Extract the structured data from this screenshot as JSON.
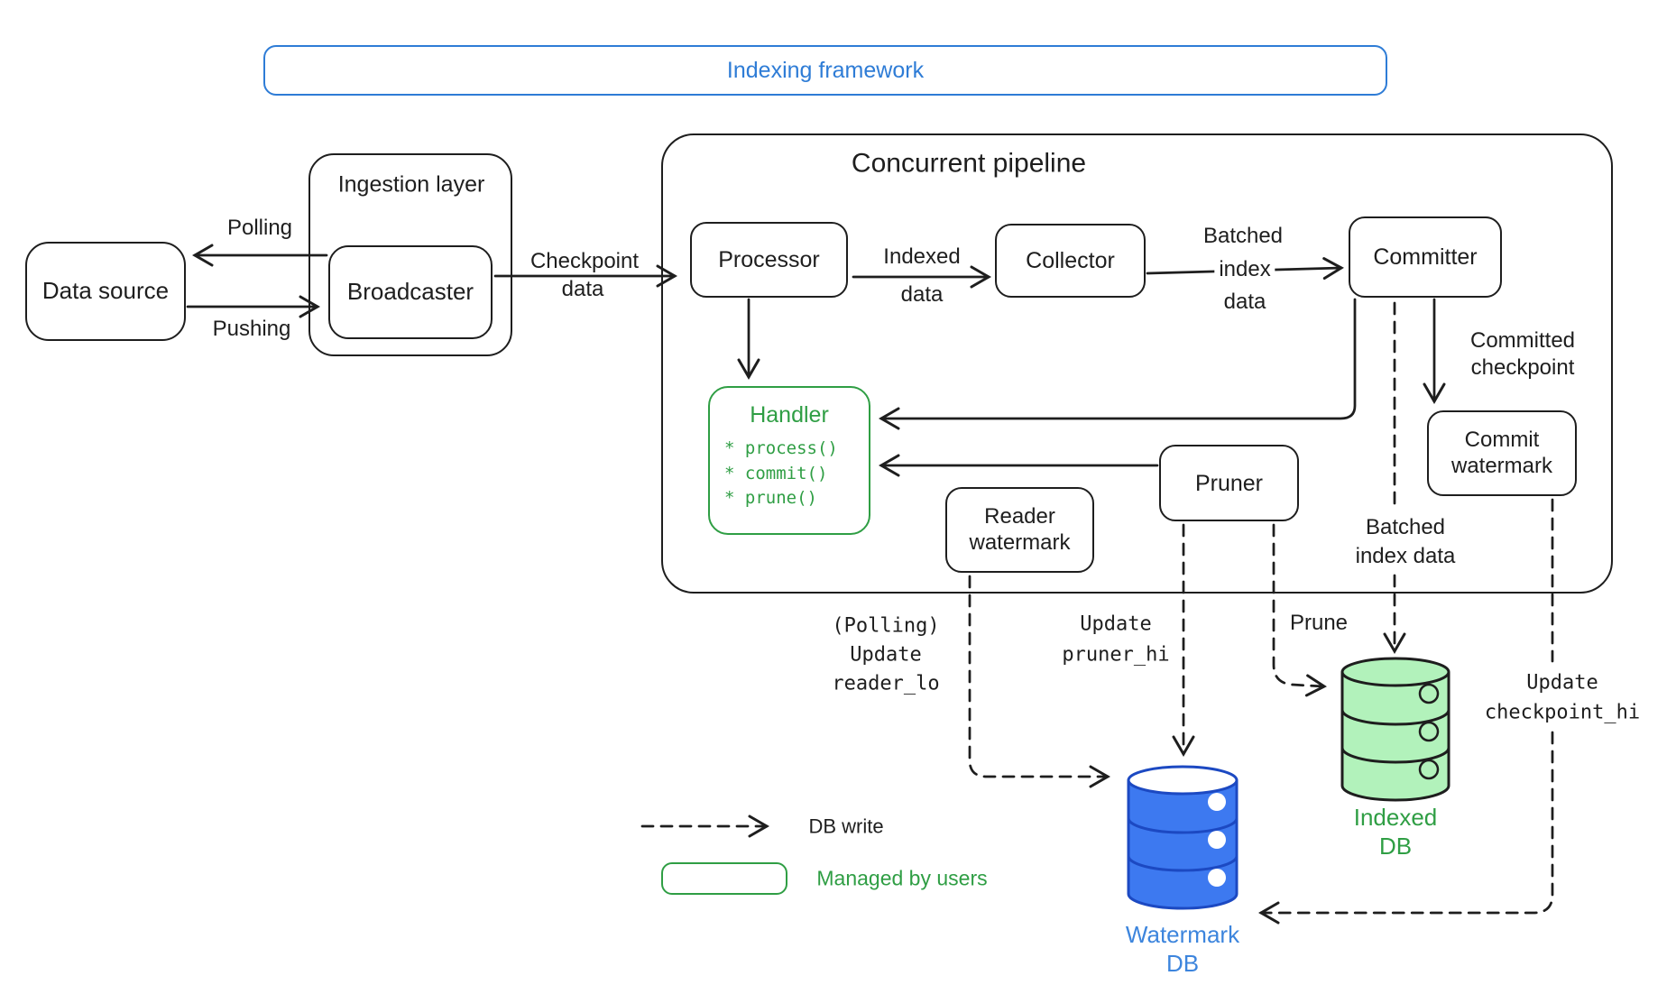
{
  "header": {
    "title": "Indexing framework"
  },
  "nodes": {
    "data_source": {
      "label": "Data source"
    },
    "ingestion_layer": {
      "label": "Ingestion layer"
    },
    "broadcaster": {
      "label": "Broadcaster"
    },
    "pipeline": {
      "label": "Concurrent pipeline"
    },
    "processor": {
      "label": "Processor"
    },
    "collector": {
      "label": "Collector"
    },
    "committer": {
      "label": "Committer"
    },
    "handler": {
      "label": "Handler",
      "methods": "* process()\n* commit()\n* prune()"
    },
    "reader_watermark": {
      "line1": "Reader",
      "line2": "watermark"
    },
    "pruner": {
      "label": "Pruner"
    },
    "commit_watermark": {
      "line1": "Commit",
      "line2": "watermark"
    }
  },
  "edges": {
    "polling": {
      "label": "Polling"
    },
    "pushing": {
      "label": "Pushing"
    },
    "checkpoint_data": {
      "line1": "Checkpoint",
      "line2": "data"
    },
    "indexed_data": {
      "line1": "Indexed",
      "line2": "data"
    },
    "batched_index_data_mid": {
      "line1": "Batched",
      "line2": "index",
      "line3": "data"
    },
    "committed_checkpoint": {
      "line1": "Committed",
      "line2": "checkpoint"
    },
    "update_reader_lo": {
      "line1": "(Polling)",
      "line2": "Update",
      "line3": "reader_lo"
    },
    "update_pruner_hi": {
      "line1": "Update",
      "line2": "pruner_hi"
    },
    "prune": {
      "label": "Prune"
    },
    "batched_index_data_db": {
      "line1": "Batched",
      "line2": "index data"
    },
    "update_checkpoint_hi": {
      "line1": "Update",
      "line2": "checkpoint_hi"
    }
  },
  "databases": {
    "watermark_db": {
      "line1": "Watermark",
      "line2": "DB"
    },
    "indexed_db": {
      "line1": "Indexed",
      "line2": "DB"
    }
  },
  "legend": {
    "db_write": "DB write",
    "managed_by_users": "Managed by users"
  },
  "colors": {
    "accent_blue": "#2e7cd6",
    "green": "#2f9e44",
    "green_fill": "#b2f2bb",
    "db_blue_fill": "#3d79f0",
    "db_blue_stroke": "#1c49c2",
    "db_blue_label": "#3d85dd",
    "ink": "#1e1e1e"
  }
}
